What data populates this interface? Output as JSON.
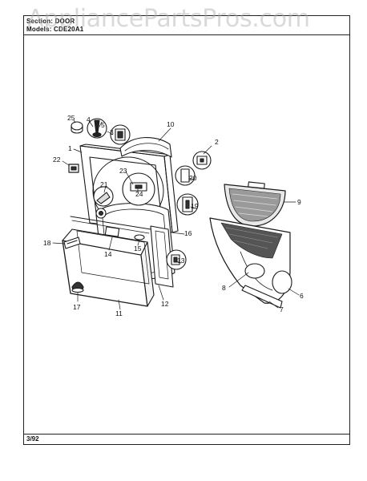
{
  "watermark": "AppliancePartsPros.com",
  "header": {
    "section_line": "Section: DOOR",
    "models_line": "Models: CDE20A1"
  },
  "footer": {
    "date": "3/92"
  },
  "callouts": [
    "1",
    "2",
    "3",
    "4",
    "5",
    "6",
    "7",
    "8",
    "9",
    "10",
    "11",
    "12",
    "13",
    "14",
    "15",
    "16",
    "17",
    "18",
    "19",
    "20",
    "21",
    "22",
    "23",
    "24",
    "25"
  ]
}
